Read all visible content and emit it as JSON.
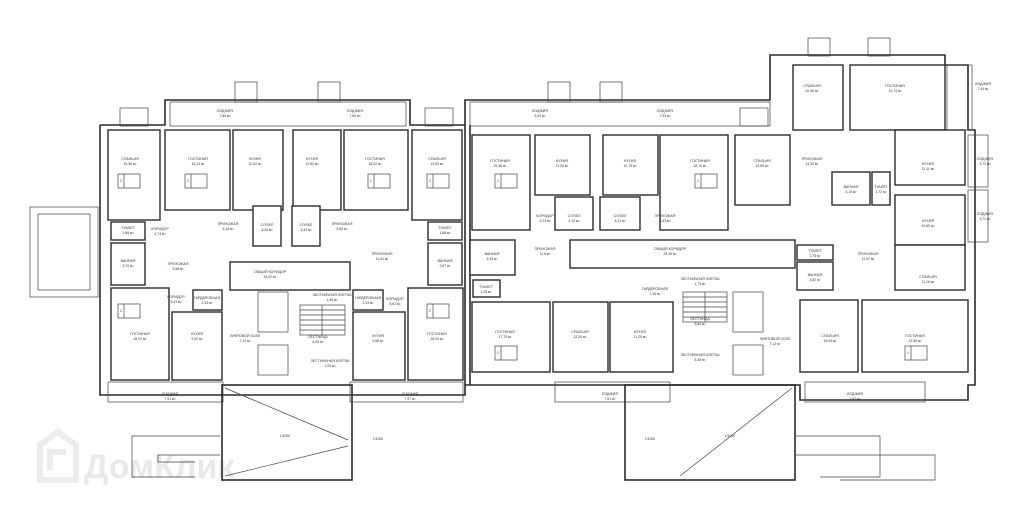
{
  "plan": {
    "rooms": [
      {
        "label": "СПАЛЬНЯ",
        "area": "15,36 м²"
      },
      {
        "label": "ГОСТИНАЯ",
        "area": "18,23 м²"
      },
      {
        "label": "КУХНЯ",
        "area": "10,62 м²"
      },
      {
        "label": "КУХНЯ",
        "area": "10,62 м²"
      },
      {
        "label": "ГОСТИНАЯ",
        "area": "18,22 м²"
      },
      {
        "label": "СПАЛЬНЯ",
        "area": "13,59 м²"
      },
      {
        "label": "ТУАЛЕТ",
        "area": "1,86 м²"
      },
      {
        "label": "КОРИДОР",
        "area": "4,74 м²"
      },
      {
        "label": "ВАННАЯ",
        "area": "3,70 м²"
      },
      {
        "label": "ПРИХОЖАЯ",
        "area": "5,16 м²"
      },
      {
        "label": "С/УЗЕЛ",
        "area": "4,43 м²"
      },
      {
        "label": "С/УЗЕЛ",
        "area": "4,43 м²"
      },
      {
        "label": "ПРИХОЖАЯ",
        "area": "5,55 м²"
      },
      {
        "label": "ПРИХОЖАЯ",
        "area": "9,58 м²"
      },
      {
        "label": "ПРИХОЖАЯ",
        "area": "11,52 м²"
      },
      {
        "label": "ОБЩИЙ КОРИДОР",
        "area": "19,02 м²"
      },
      {
        "label": "ТУАЛЕТ",
        "area": "1,86 м²"
      },
      {
        "label": "ВАННАЯ",
        "area": "3,87 м²"
      },
      {
        "label": "ГОСТИНАЯ",
        "area": "16,02 м²"
      },
      {
        "label": "КУХНЯ",
        "area": "9,52 м²"
      },
      {
        "label": "КОРИДОР",
        "area": "5,43 м²"
      },
      {
        "label": "ГАРДЕРОБНАЯ",
        "area": "2,33 м²"
      },
      {
        "label": "ЛИФТОВОЙ ХОЛЛ",
        "area": "7,12 м²"
      },
      {
        "label": "ЛЕСТНИЧНАЯ КЛЕТКА",
        "area": "1,95 м²"
      },
      {
        "label": "ЛЕСТНИЦА",
        "area": "6,06 м²"
      },
      {
        "label": "ЛЕСТНИЧНАЯ КЛЕТКА",
        "area": "2,09 м²"
      },
      {
        "label": "ГАРДЕРОБНАЯ",
        "area": "2,33 м²"
      },
      {
        "label": "КОРИДОР",
        "area": "5,61 м²"
      },
      {
        "label": "КУХНЯ",
        "area": "9,58 м²"
      },
      {
        "label": "ГОСТИНАЯ",
        "area": "16,00 м²"
      },
      {
        "label": "ЛОДЖИЯ",
        "area": "7,51 м²"
      },
      {
        "label": "ЛОДЖИЯ",
        "area": "7,57 м²"
      },
      {
        "label": "ЛОДЖИЯ",
        "area": "7,85 м²"
      },
      {
        "label": "ЛОДЖИЯ",
        "area": "7,85 м²"
      },
      {
        "label": "ЛОДЖИЯ",
        "area": "5,93 м²"
      },
      {
        "label": "ЛОДЖИЯ",
        "area": "7,93 м²"
      },
      {
        "label": "ГОСТИНАЯ",
        "area": "19,48 м²"
      },
      {
        "label": "КУХНЯ",
        "area": "11,05 м²"
      },
      {
        "label": "КУХНЯ",
        "area": "10,75 м²"
      },
      {
        "label": "ГОСТИНАЯ",
        "area": "18,76 м²"
      },
      {
        "label": "СПАЛЬНЯ",
        "area": "14,69 м²"
      },
      {
        "label": "КОРИДОР",
        "area": "2,23 м²"
      },
      {
        "label": "С/УЗЕЛ",
        "area": "4,15 м²"
      },
      {
        "label": "С/УЗЕЛ",
        "area": "4,21 м²"
      },
      {
        "label": "ПРИХОЖАЯ",
        "area": "5,33 м²"
      },
      {
        "label": "ВАННАЯ",
        "area": "5,38 м²"
      },
      {
        "label": "ПРИХОЖАЯ",
        "area": "11,6 м²"
      },
      {
        "label": "ОБЩИЙ КОРИДОР",
        "area": "29,15 м²"
      },
      {
        "label": "ТУАЛЕТ",
        "area": "1,45 м²"
      },
      {
        "label": "ГАРДЕРОБНАЯ",
        "area": "7,16 м²"
      },
      {
        "label": "ГОСТИНАЯ",
        "area": "17,75 м²"
      },
      {
        "label": "СПАЛЬНЯ",
        "area": "12,24 м²"
      },
      {
        "label": "КУХНЯ",
        "area": "11,29 м²"
      },
      {
        "label": "ЛЕСТНИЧНАЯ КЛЕТКА",
        "area": "1,73 м²"
      },
      {
        "label": "ЛЕСТНИЦА",
        "area": "5,64 м²"
      },
      {
        "label": "ЛЕСТНИЧНАЯ КЛЕТКА",
        "area": "5,36 м²"
      },
      {
        "label": "ЛИФТОВОЙ ХОЛЛ",
        "area": "7,12 м²"
      },
      {
        "label": "ЛОДЖИЯ",
        "area": "7,51 м²"
      },
      {
        "label": "СПАЛЬНЯ",
        "area": "10,96 м²"
      },
      {
        "label": "ГОСТИНАЯ",
        "area": "14,74 м²"
      },
      {
        "label": "ЛОДЖИЯ",
        "area": "7,44 м²"
      },
      {
        "label": "ПРИХОЖАЯ",
        "area": "14,32 м²"
      },
      {
        "label": "КУХНЯ",
        "area": "11,11 м²"
      },
      {
        "label": "ВАННАЯ",
        "area": "5,19 м²"
      },
      {
        "label": "ТУАЛЕТ",
        "area": "1,72 м²"
      },
      {
        "label": "ЛОДЖИЯ",
        "area": "3,72 м²"
      },
      {
        "label": "ЛОДЖИЯ",
        "area": "3,72 м²"
      },
      {
        "label": "КУХНЯ",
        "area": "10,69 м²"
      },
      {
        "label": "ПРИХОЖАЯ",
        "area": "11,57 м²"
      },
      {
        "label": "ТУАЛЕТ",
        "area": "2,76 м²"
      },
      {
        "label": "ВАННАЯ",
        "area": "4,82 м²"
      },
      {
        "label": "СПАЛЬНЯ",
        "area": "11,16 м²"
      },
      {
        "label": "СПАЛЬНЯ",
        "area": "16,63 м²"
      },
      {
        "label": "ГОСТИНАЯ",
        "area": "22,59 м²"
      },
      {
        "label": "ЛОДЖИЯ",
        "area": "7,67 м²"
      }
    ],
    "apartment_counts": [
      "2",
      "1",
      "1",
      "2",
      "1",
      "1",
      "2",
      "2",
      "2",
      "1"
    ],
    "ramp_slopes": [
      "1/1000",
      "1/1000",
      "1/1000",
      "1/1000"
    ],
    "watermark": "ДомКлик"
  }
}
